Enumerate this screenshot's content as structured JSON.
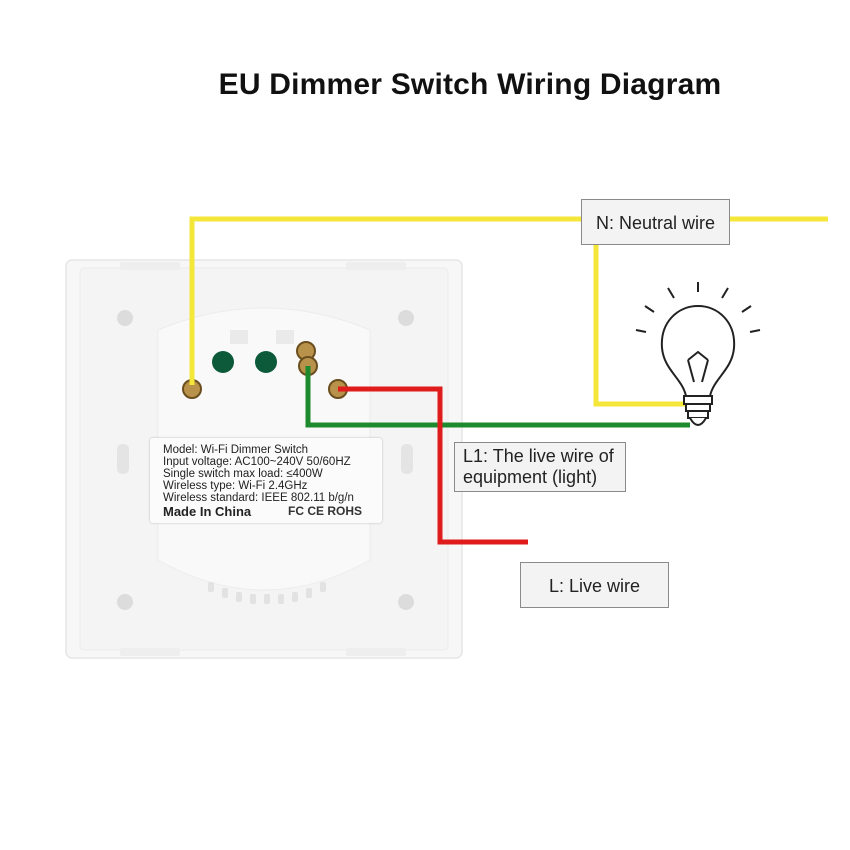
{
  "title": "EU Dimmer Switch Wiring Diagram",
  "callouts": {
    "neutral": "N: Neutral wire",
    "l1_line1": "L1: The live wire of",
    "l1_line2": "equipment (light)",
    "live": "L: Live wire"
  },
  "device_label": {
    "model": "Model:  Wi-Fi Dimmer Switch",
    "input_voltage": "Input voltage:  AC100~240V  50/60HZ",
    "max_load": "Single switch max load:  ≤400W",
    "wireless_type": "Wireless type:  Wi-Fi 2.4GHz",
    "wireless_standard": "Wireless standard:  IEEE 802.11 b/g/n",
    "made_in": "Made In China",
    "certifications": "FC CE ROHS"
  },
  "colors": {
    "neutral_wire": "#f5e63a",
    "live_wire": "#e01b1b",
    "load_wire": "#1e8a2e",
    "panel": "#f6f6f6"
  }
}
